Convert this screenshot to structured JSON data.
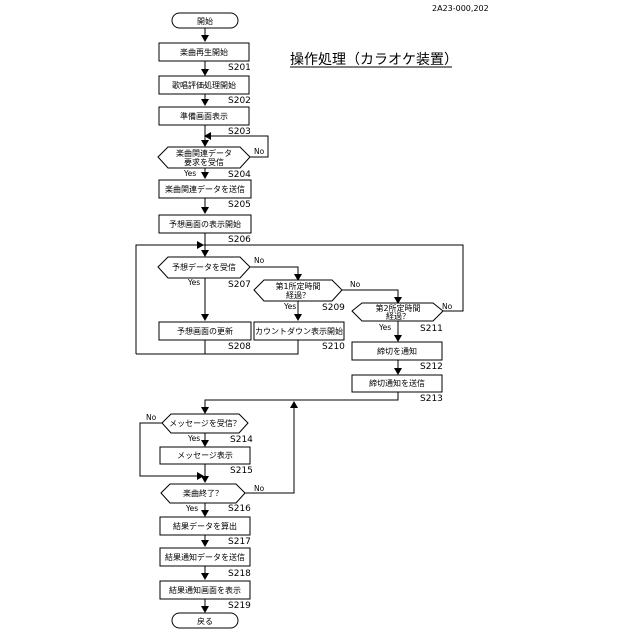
{
  "header_code": "2A23-000,202",
  "title": "操作処理（カラオケ装置）",
  "terminals": {
    "start": "開始",
    "end": "戻る"
  },
  "steps": {
    "s201": {
      "text": "楽曲再生開始",
      "label": "S201"
    },
    "s202": {
      "text": "歌唱評価処理開始",
      "label": "S202"
    },
    "s203": {
      "text": "準備画面表示",
      "label": "S203"
    },
    "s204": {
      "text1": "楽曲関連データ",
      "text2": "要求を受信",
      "label": "S204"
    },
    "s205": {
      "text": "楽曲関連データを送信",
      "label": "S205"
    },
    "s206": {
      "text": "予想画面の表示開始",
      "label": "S206"
    },
    "s207": {
      "text": "予想データを受信",
      "label": "S207"
    },
    "s208": {
      "text": "予想画面の更新",
      "label": "S208"
    },
    "s209": {
      "text1": "第1所定時間",
      "text2": "経過？",
      "label": "S209"
    },
    "s210": {
      "text": "カウントダウン表示開始",
      "label": "S210"
    },
    "s211": {
      "text1": "第2所定時間",
      "text2": "経過？",
      "label": "S211"
    },
    "s212": {
      "text": "締切を通知",
      "label": "S212"
    },
    "s213": {
      "text": "締切通知を送信",
      "label": "S213"
    },
    "s214": {
      "text": "メッセージを受信？",
      "label": "S214"
    },
    "s215": {
      "text": "メッセージ表示",
      "label": "S215"
    },
    "s216": {
      "text": "楽曲終了？",
      "label": "S216"
    },
    "s217": {
      "text": "結果データを算出",
      "label": "S217"
    },
    "s218": {
      "text": "結果通知データを送信",
      "label": "S218"
    },
    "s219": {
      "text": "結果通知画面を表示",
      "label": "S219"
    }
  },
  "labels": {
    "yes": "Yes",
    "no": "No"
  }
}
